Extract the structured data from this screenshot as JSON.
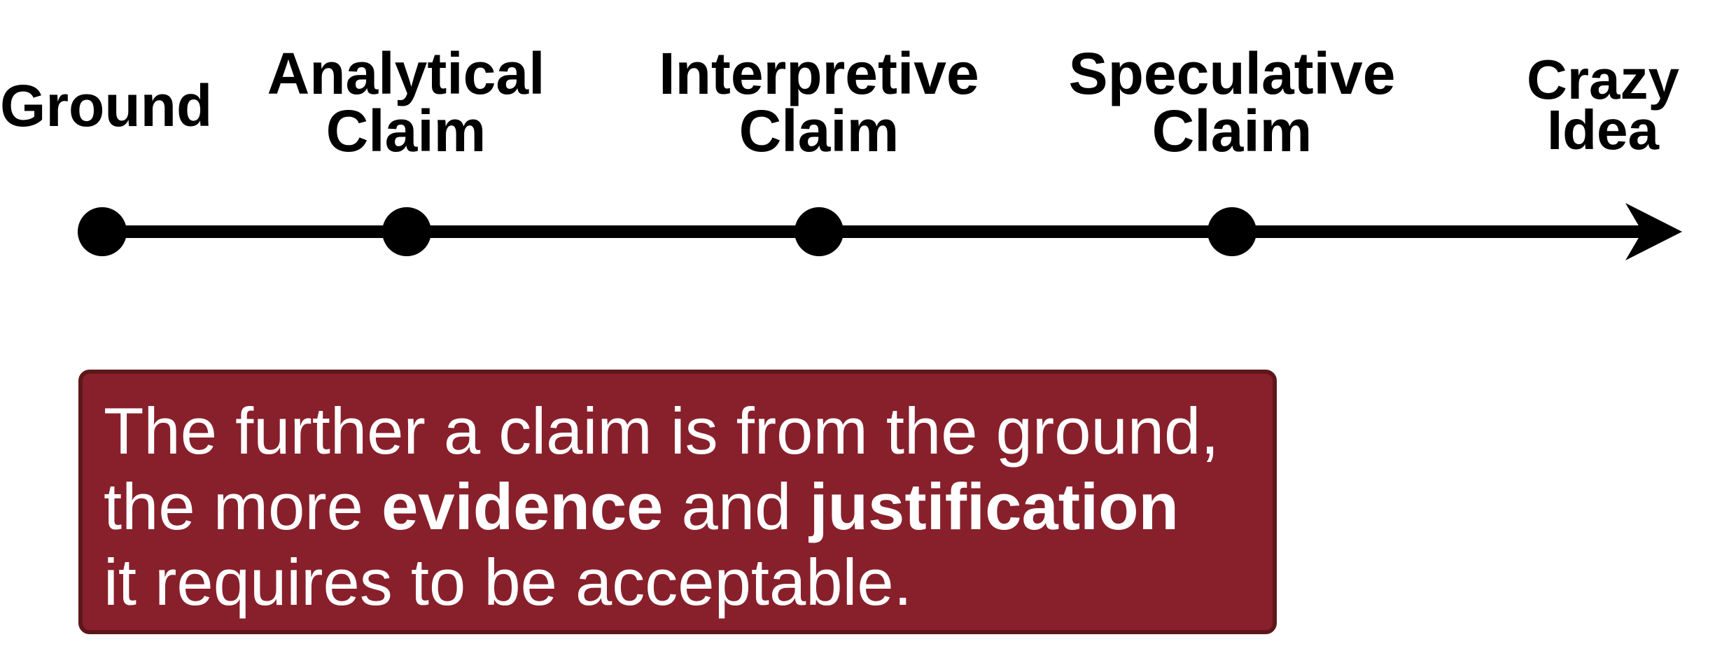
{
  "axis": {
    "points": [
      {
        "label_lines": [
          "Ground"
        ]
      },
      {
        "label_lines": [
          "Analytical",
          "Claim"
        ]
      },
      {
        "label_lines": [
          "Interpretive",
          "Claim"
        ]
      },
      {
        "label_lines": [
          "Speculative",
          "Claim"
        ]
      }
    ],
    "end_label_lines": [
      "Crazy",
      "Idea"
    ]
  },
  "callout": {
    "line1": "The further a claim is from the ground,",
    "line2_pre": "the more ",
    "line2_bold1": "evidence",
    "line2_mid": " and ",
    "line2_bold2": "justification",
    "line3": "it requires to be acceptable."
  },
  "colors": {
    "line": "#000000",
    "callout_fill": "#88202b",
    "callout_border": "#5e1719",
    "callout_text": "#ffffff"
  }
}
